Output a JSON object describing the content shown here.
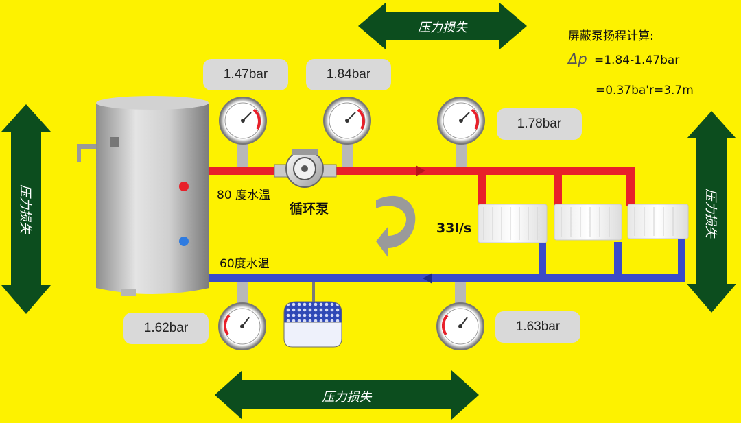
{
  "pressure_labels": {
    "top_left_gauge": "1.47bar",
    "top_mid_gauge": "1.84bar",
    "top_right_gauge": "1.78bar",
    "bottom_left_gauge": "1.62bar",
    "bottom_right_gauge": "1.63bar"
  },
  "loss_arrows": {
    "top": "压力损失",
    "bottom": "压力损失",
    "left": "压力损失",
    "right": "压力损失"
  },
  "supply_temp": "80 度水温",
  "return_temp": "60度水温",
  "pump_label": "循环泵",
  "flow_rate": "33l/s",
  "calc": {
    "title": "屏蔽泵扬程计算:",
    "delta_symbol": "Δp",
    "line1": "=1.84-1.47bar",
    "line2": "=0.37ba'r=3.7m"
  },
  "colors": {
    "background": "#fdf200",
    "arrow": "#0c4d1e",
    "supply_pipe": "#e8202a",
    "return_pipe": "#3b4bc8",
    "label_box": "#d9d9d9"
  }
}
